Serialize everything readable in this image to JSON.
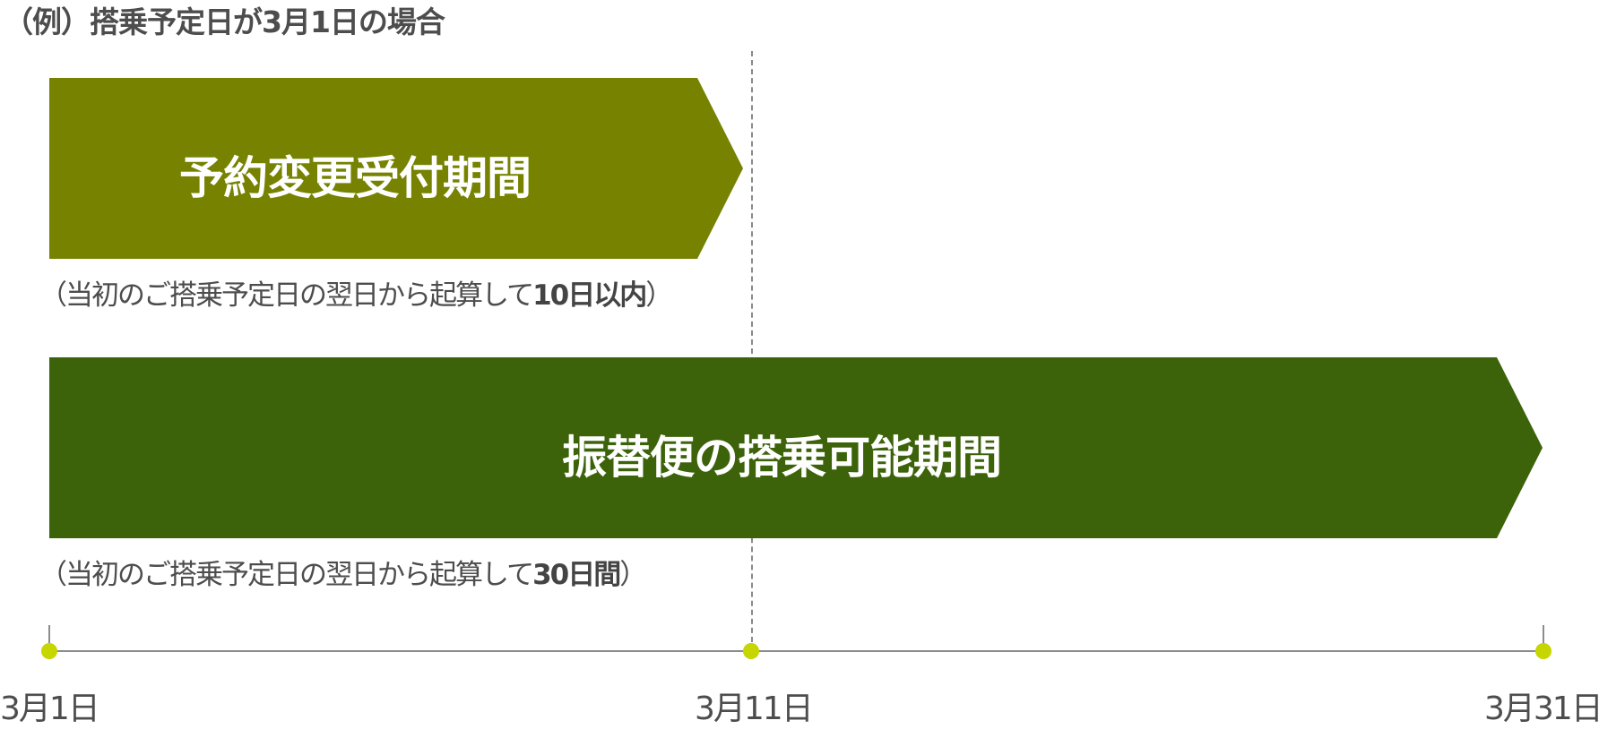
{
  "title": "（例）搭乗予定日が3月1日の場合",
  "colors": {
    "arrow1": "#768200",
    "arrow2": "#3c630a",
    "axis": "#8c8c8c",
    "dot": "#c6d600",
    "text": "#4d4d4d"
  },
  "arrows": [
    {
      "label": "予約変更受付期間",
      "note_prefix": "（当初のご搭乗予定日の翌日から起算して",
      "note_bold": "10日以内",
      "note_suffix": "）"
    },
    {
      "label": "振替便の搭乗可能期間",
      "note_prefix": "（当初のご搭乗予定日の翌日から起算して",
      "note_bold": "30日間",
      "note_suffix": "）"
    }
  ],
  "timeline": {
    "points": [
      {
        "label": "3月1日"
      },
      {
        "label": "3月11日"
      },
      {
        "label": "3月31日"
      }
    ]
  }
}
